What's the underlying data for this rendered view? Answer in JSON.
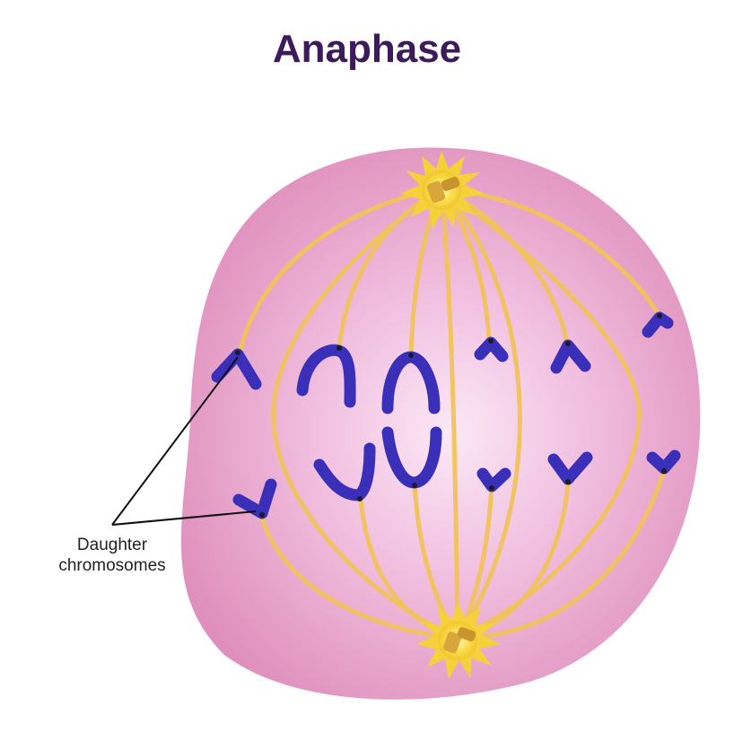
{
  "title": "Anaphase",
  "label": {
    "line1": "Daughter",
    "line2": "chromosomes"
  },
  "colors": {
    "title": "#3d1a5a",
    "cell_edge": "#df8fbb",
    "cell_center": "#fbe8f5",
    "spindle": "#f2c45a",
    "chromosome": "#3a2fb8",
    "centrosome": "#f6d23a",
    "centriole": "#d8a63a"
  }
}
